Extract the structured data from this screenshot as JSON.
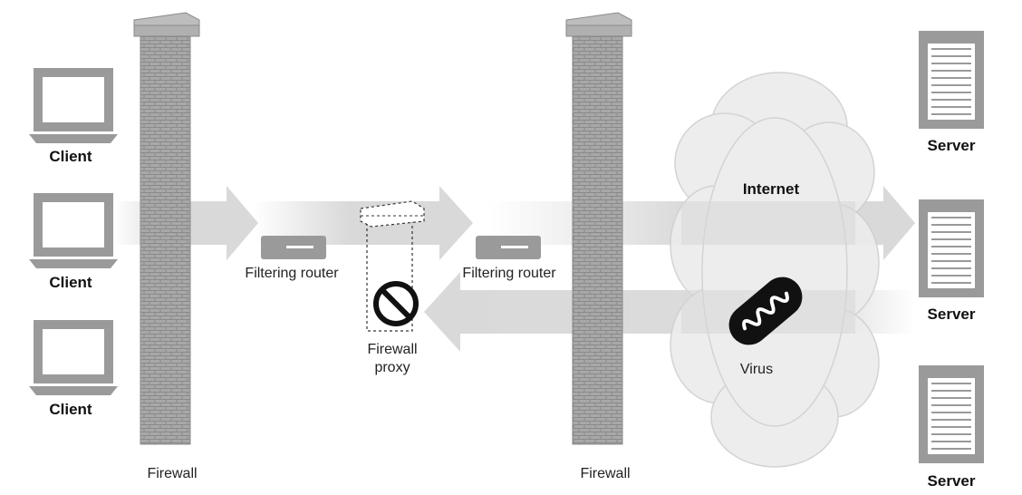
{
  "labels": {
    "client": [
      "Client",
      "Client",
      "Client"
    ],
    "server": [
      "Server",
      "Server",
      "Server"
    ],
    "firewall_left": "Firewall",
    "firewall_right": "Firewall",
    "filtering_router_left": "Filtering router",
    "filtering_router_right": "Filtering router",
    "firewall_proxy_line1": "Firewall",
    "firewall_proxy_line2": "proxy",
    "internet": "Internet",
    "virus": "Virus"
  },
  "colors": {
    "device_gray": "#9a9a9a",
    "screen_white": "#ffffff",
    "wall_gray": "#a8a8a8",
    "arrow_gray": "#d9d9d9",
    "cloud_gray": "#ececec",
    "virus_black": "#111111",
    "block_symbol": "#111111"
  },
  "icons": {
    "client": "computer-monitor-icon",
    "server": "server-rack-icon",
    "router": "router-box-icon",
    "wall": "brick-wall-icon",
    "cloud": "cloud-icon",
    "virus": "virus-capsule-icon",
    "block": "prohibited-sign-icon"
  }
}
